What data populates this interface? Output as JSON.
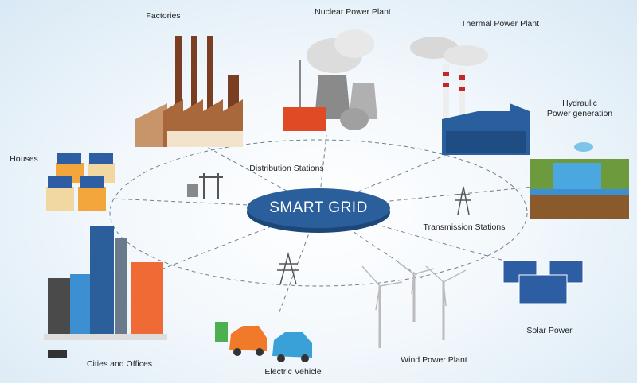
{
  "title": "SMART GRID",
  "nodes": {
    "factories": "Factories",
    "nuclear": "Nuclear Power Plant",
    "thermal": "Thermal Power Plant",
    "hydraulic_line1": "Hydraulic",
    "hydraulic_line2": "Power generation",
    "houses": "Houses",
    "distribution": "Distribution Stations",
    "transmission": "Transmission Stations",
    "solar": "Solar Power",
    "wind": "Wind Power Plant",
    "ev": "Electric Vehicle",
    "cities": "Cities and Offices"
  },
  "colors": {
    "grid_blue": "#2b5f9c",
    "dash": "#6f7f8f"
  }
}
